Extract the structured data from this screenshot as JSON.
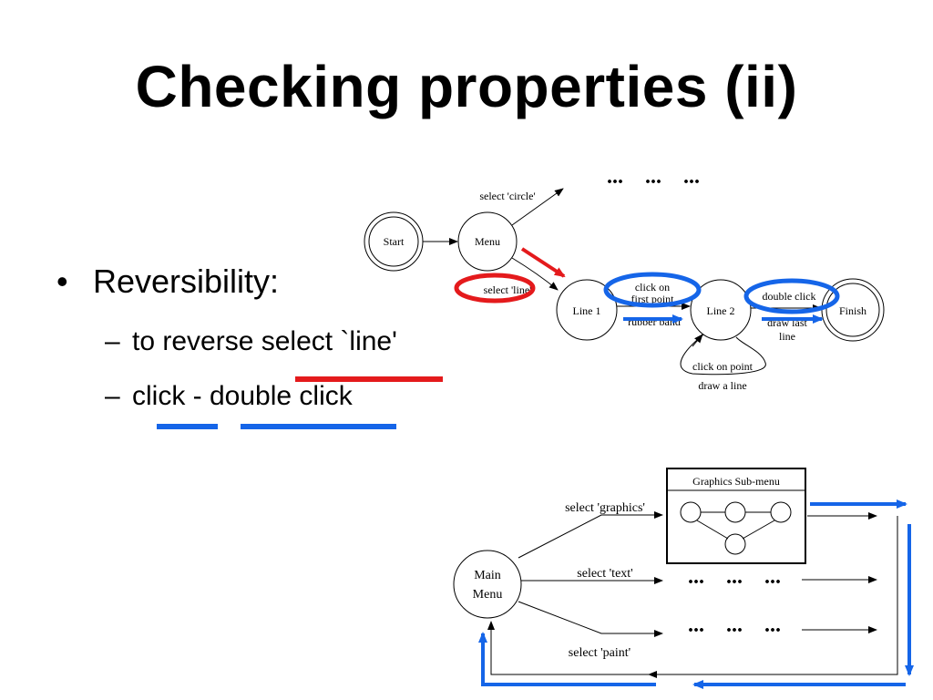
{
  "slide": {
    "title": "Checking properties (ii)",
    "bullet": "Reversibility:",
    "sub_items": [
      "to reverse select `line'",
      "click - double click"
    ]
  },
  "top_diagram": {
    "states": [
      "Start",
      "Menu",
      "Line 1",
      "Line 2",
      "Finish"
    ],
    "labels": {
      "select_circle": "select 'circle'",
      "select_line": "select 'line'",
      "click_on_first_point_1": "click on",
      "click_on_first_point_2": "first point",
      "rubber_band": "rubber band",
      "double_click": "double click",
      "draw_last_line_1": "draw last",
      "draw_last_line_2": "line",
      "click_on_point": "click on point",
      "draw_a_line": "draw a line",
      "more": "...    ...    ..."
    }
  },
  "bottom_diagram": {
    "main_menu_1": "Main",
    "main_menu_2": "Menu",
    "submenu_title": "Graphics  Sub-menu",
    "select_graphics": "select 'graphics'",
    "select_text": "select 'text'",
    "select_paint": "select 'paint'",
    "more_text": "...    ...    ...",
    "more_paint": "...    ...    ..."
  },
  "colors": {
    "highlight_red": "#e41a1c",
    "highlight_blue": "#1565e8"
  }
}
